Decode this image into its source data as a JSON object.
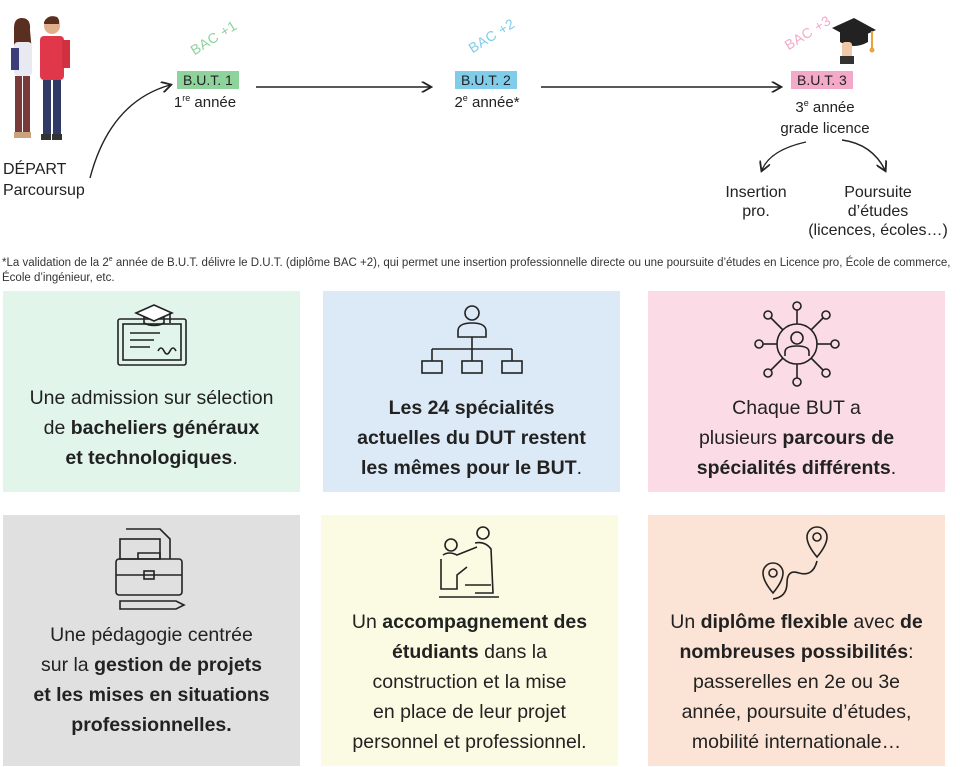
{
  "timeline": {
    "depart_line1": "DÉPART",
    "depart_line2": "Parcoursup",
    "steps": [
      {
        "bac": "BAC +1",
        "but": "B.U.T. 1",
        "year_num": "1",
        "year_sup": "re",
        "year_rest": " année",
        "color": "#8ed39c",
        "bac_color": "#8ed39c"
      },
      {
        "bac": "BAC +2",
        "but": "B.U.T. 2",
        "year_num": "2",
        "year_sup": "e",
        "year_rest": " année*",
        "color": "#7fcdea",
        "bac_color": "#7fcdea"
      },
      {
        "bac": "BAC +3",
        "but": "B.U.T. 3",
        "year_num": "3",
        "year_sup": "e",
        "year_rest": " année",
        "year_line2": "grade licence",
        "color": "#f5a9c9",
        "bac_color": "#f5a9c9"
      }
    ],
    "branch_left": [
      "Insertion",
      "pro."
    ],
    "branch_right": [
      "Poursuite",
      "d’études",
      "(licences, écoles…)"
    ]
  },
  "footnote": {
    "pre": "*La validation de la 2",
    "sup": "e",
    "post": " année de B.U.T. délivre le D.U.T. (diplôme BAC +2), qui permet une insertion professionnelle directe ou une poursuite d’études en Licence pro, École de commerce, École d’ingénieur, etc."
  },
  "cards": [
    {
      "color": "#e1f5ea",
      "icon": "diploma-certificate-icon",
      "lines": [
        [
          {
            "t": "Une admission sur sélection",
            "b": false
          }
        ],
        [
          {
            "t": "de ",
            "b": false
          },
          {
            "t": "bacheliers généraux",
            "b": true
          }
        ],
        [
          {
            "t": "et technologiques",
            "b": true
          },
          {
            "t": ".",
            "b": false
          }
        ]
      ]
    },
    {
      "color": "#dce9f6",
      "icon": "org-chart-icon",
      "lines": [
        [
          {
            "t": "Les 24 spécialités",
            "b": true
          }
        ],
        [
          {
            "t": "actuelles du DUT restent",
            "b": true
          }
        ],
        [
          {
            "t": "les mêmes pour le BUT",
            "b": true
          },
          {
            "t": ".",
            "b": false
          }
        ]
      ]
    },
    {
      "color": "#fbdce6",
      "icon": "network-person-icon",
      "lines": [
        [
          {
            "t": "Chaque BUT a",
            "b": false
          }
        ],
        [
          {
            "t": "plusieurs ",
            "b": false
          },
          {
            "t": "parcours de",
            "b": true
          }
        ],
        [
          {
            "t": "spécialités différents",
            "b": true
          },
          {
            "t": ".",
            "b": false
          }
        ]
      ]
    },
    {
      "color": "#e0e0e0",
      "icon": "briefcase-documents-icon",
      "lines": [
        [
          {
            "t": "Une pédagogie centrée",
            "b": false
          }
        ],
        [
          {
            "t": "sur la ",
            "b": false
          },
          {
            "t": "gestion de projets",
            "b": true
          }
        ],
        [
          {
            "t": "et les mises en situations",
            "b": true
          }
        ],
        [
          {
            "t": "professionnelles.",
            "b": true
          }
        ]
      ]
    },
    {
      "color": "#fbfbe3",
      "icon": "helping-hand-icon",
      "lines": [
        [
          {
            "t": "Un ",
            "b": false
          },
          {
            "t": "accompagnement des",
            "b": true
          }
        ],
        [
          {
            "t": "étudiants",
            "b": true
          },
          {
            "t": " dans la",
            "b": false
          }
        ],
        [
          {
            "t": "construction et la mise",
            "b": false
          }
        ],
        [
          {
            "t": "en place de leur projet",
            "b": false
          }
        ],
        [
          {
            "t": "personnel et professionnel.",
            "b": false
          }
        ]
      ]
    },
    {
      "color": "#fbe3d6",
      "icon": "route-pins-icon",
      "lines": [
        [
          {
            "t": "Un ",
            "b": false
          },
          {
            "t": "diplôme flexible",
            "b": true
          },
          {
            "t": " avec ",
            "b": false
          },
          {
            "t": "de",
            "b": true
          }
        ],
        [
          {
            "t": "nombreuses possibilités",
            "b": true
          },
          {
            "t": ":",
            "b": false
          }
        ],
        [
          {
            "t": "passerelles en 2e ou 3e",
            "b": false
          }
        ],
        [
          {
            "t": "année,  poursuite d’études,",
            "b": false
          }
        ],
        [
          {
            "t": "mobilité internationale…",
            "b": false
          }
        ]
      ]
    }
  ]
}
